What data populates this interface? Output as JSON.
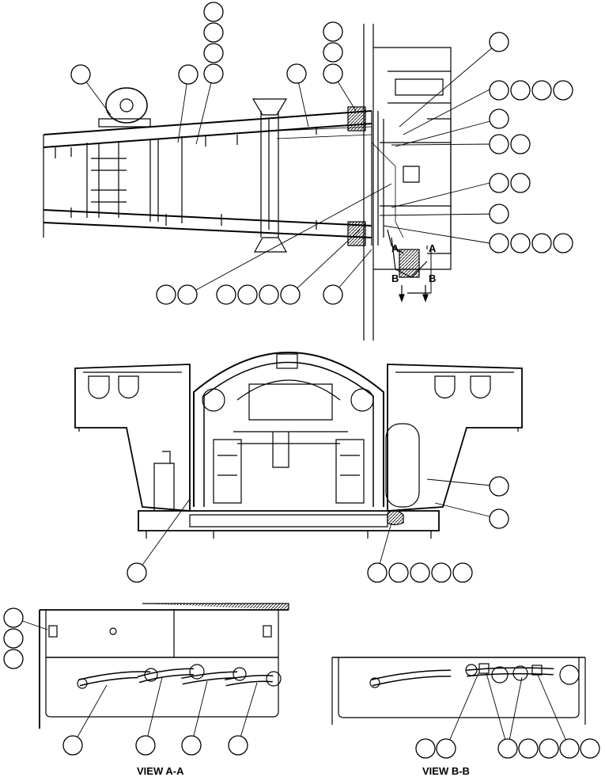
{
  "views": {
    "top_view": {
      "section_marks": [
        "A",
        "A",
        "B",
        "B"
      ]
    },
    "view_aa": {
      "label": "VIEW A-A"
    },
    "view_bb": {
      "label": "VIEW B-B"
    }
  },
  "style": {
    "line_color": "#000000",
    "background": "#ffffff"
  }
}
